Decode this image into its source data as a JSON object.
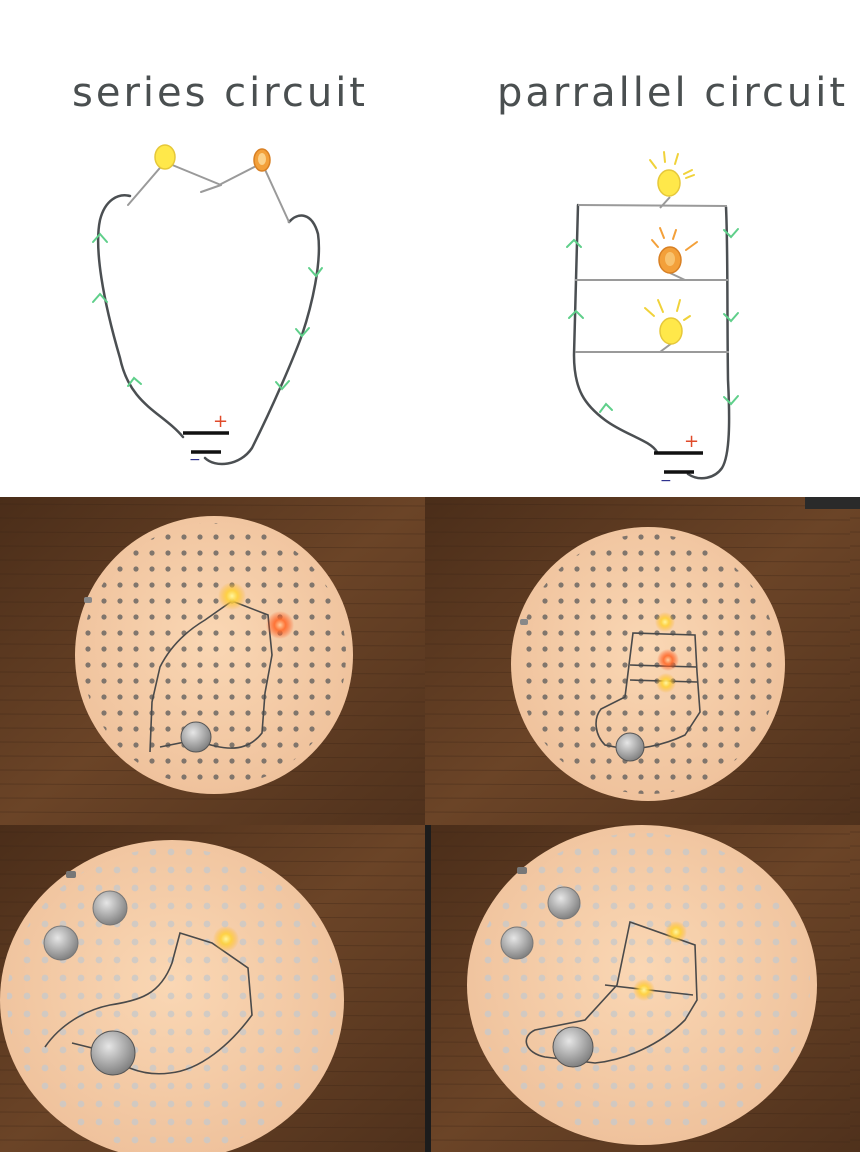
{
  "titles": {
    "series": "series circuit",
    "parallel": "parrallel circuit"
  },
  "battery": {
    "plus": "+",
    "minus": "−"
  },
  "colors": {
    "wire": "#4b4f52",
    "lead": "#9a9a9a",
    "arrow": "#5fcf8a",
    "bulb_yellow": "#ffe84a",
    "bulb_orange": "#f3a03a",
    "plus": "#e04a2a",
    "minus": "#2a2e8c",
    "wood": "#5c3a22",
    "board": "#f4c9a0"
  },
  "photos": [
    {
      "name": "series-built",
      "lit": [
        "yellow",
        "orange"
      ]
    },
    {
      "name": "parallel-built",
      "lit": [
        "yellow",
        "orange",
        "yellow"
      ]
    },
    {
      "name": "series-unlit",
      "lit": [
        "yellow"
      ]
    },
    {
      "name": "parallel-partial",
      "lit": [
        "yellow",
        "yellow"
      ]
    }
  ]
}
